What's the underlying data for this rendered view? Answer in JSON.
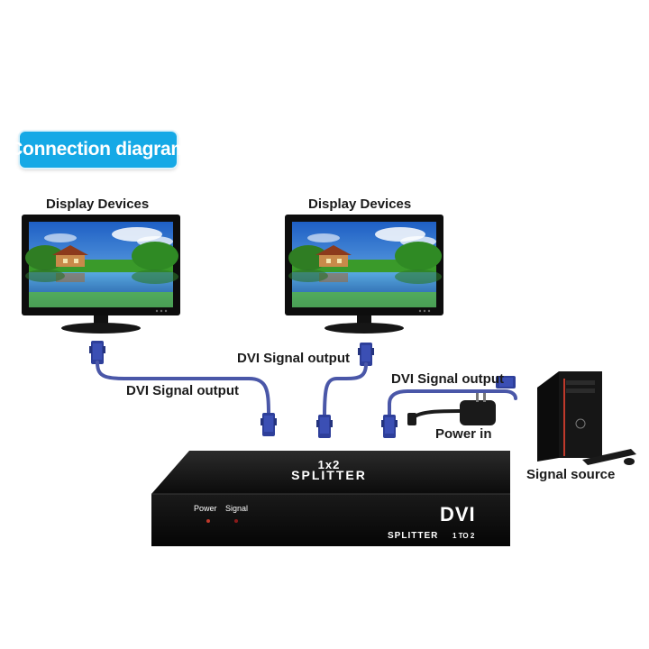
{
  "badge": {
    "text": "Connection diagram",
    "color": "#15a9e6"
  },
  "labels": {
    "display_left": "Display Devices",
    "display_right": "Display Devices",
    "dvi_output_left": "DVI Signal output",
    "dvi_output_center": "DVI Signal output",
    "dvi_output_right": "DVI Signal output",
    "power_in": "Power in",
    "signal_source": "Signal source"
  },
  "splitter": {
    "model_top": "1x2",
    "model_bottom": "SPLITTER",
    "led_power": "Power",
    "led_signal": "Signal",
    "brand": "DVI",
    "sub_brand": "SPLITTER",
    "ratio": "1 TO 2"
  },
  "colors": {
    "cable": "#4a57a8",
    "connector": "#2e3f9a",
    "device_body": "#141414",
    "sky": "#2f7fd8",
    "grass": "#43a52d"
  }
}
